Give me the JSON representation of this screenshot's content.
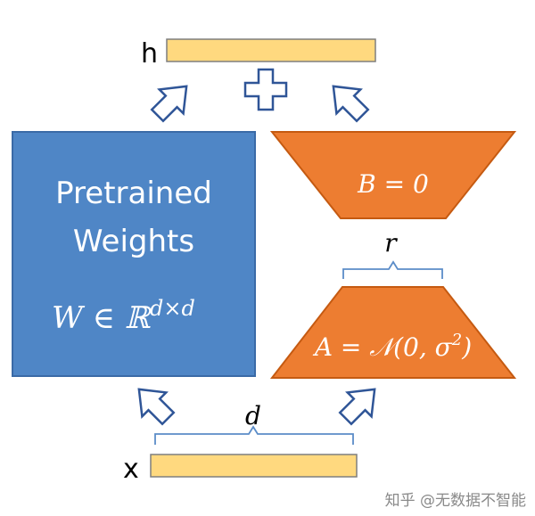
{
  "labels": {
    "output": "h",
    "input": "x",
    "pretrained_line1": "Pretrained",
    "pretrained_line2": "Weights",
    "weight_math": "W ∈ ℝ",
    "weight_sup": "d×d",
    "plus_symbol": "+",
    "matrix_b": "B = 0",
    "matrix_a_prefix": "A = 𝒩(0, σ",
    "matrix_a_sup": "2",
    "matrix_a_suffix": ")",
    "rank_label": "r",
    "dim_label": "d",
    "watermark": "知乎 @无数据不智能"
  },
  "colors": {
    "weights_fill": "#4f86c6",
    "weights_stroke": "#3a6aa6",
    "lora_fill": "#ed7d31",
    "lora_stroke": "#c55a11",
    "vector_fill": "#ffd97f",
    "vector_stroke": "#7f7f7f",
    "arrow_stroke": "#2f5597",
    "brace_stroke": "#5b8cc8"
  }
}
